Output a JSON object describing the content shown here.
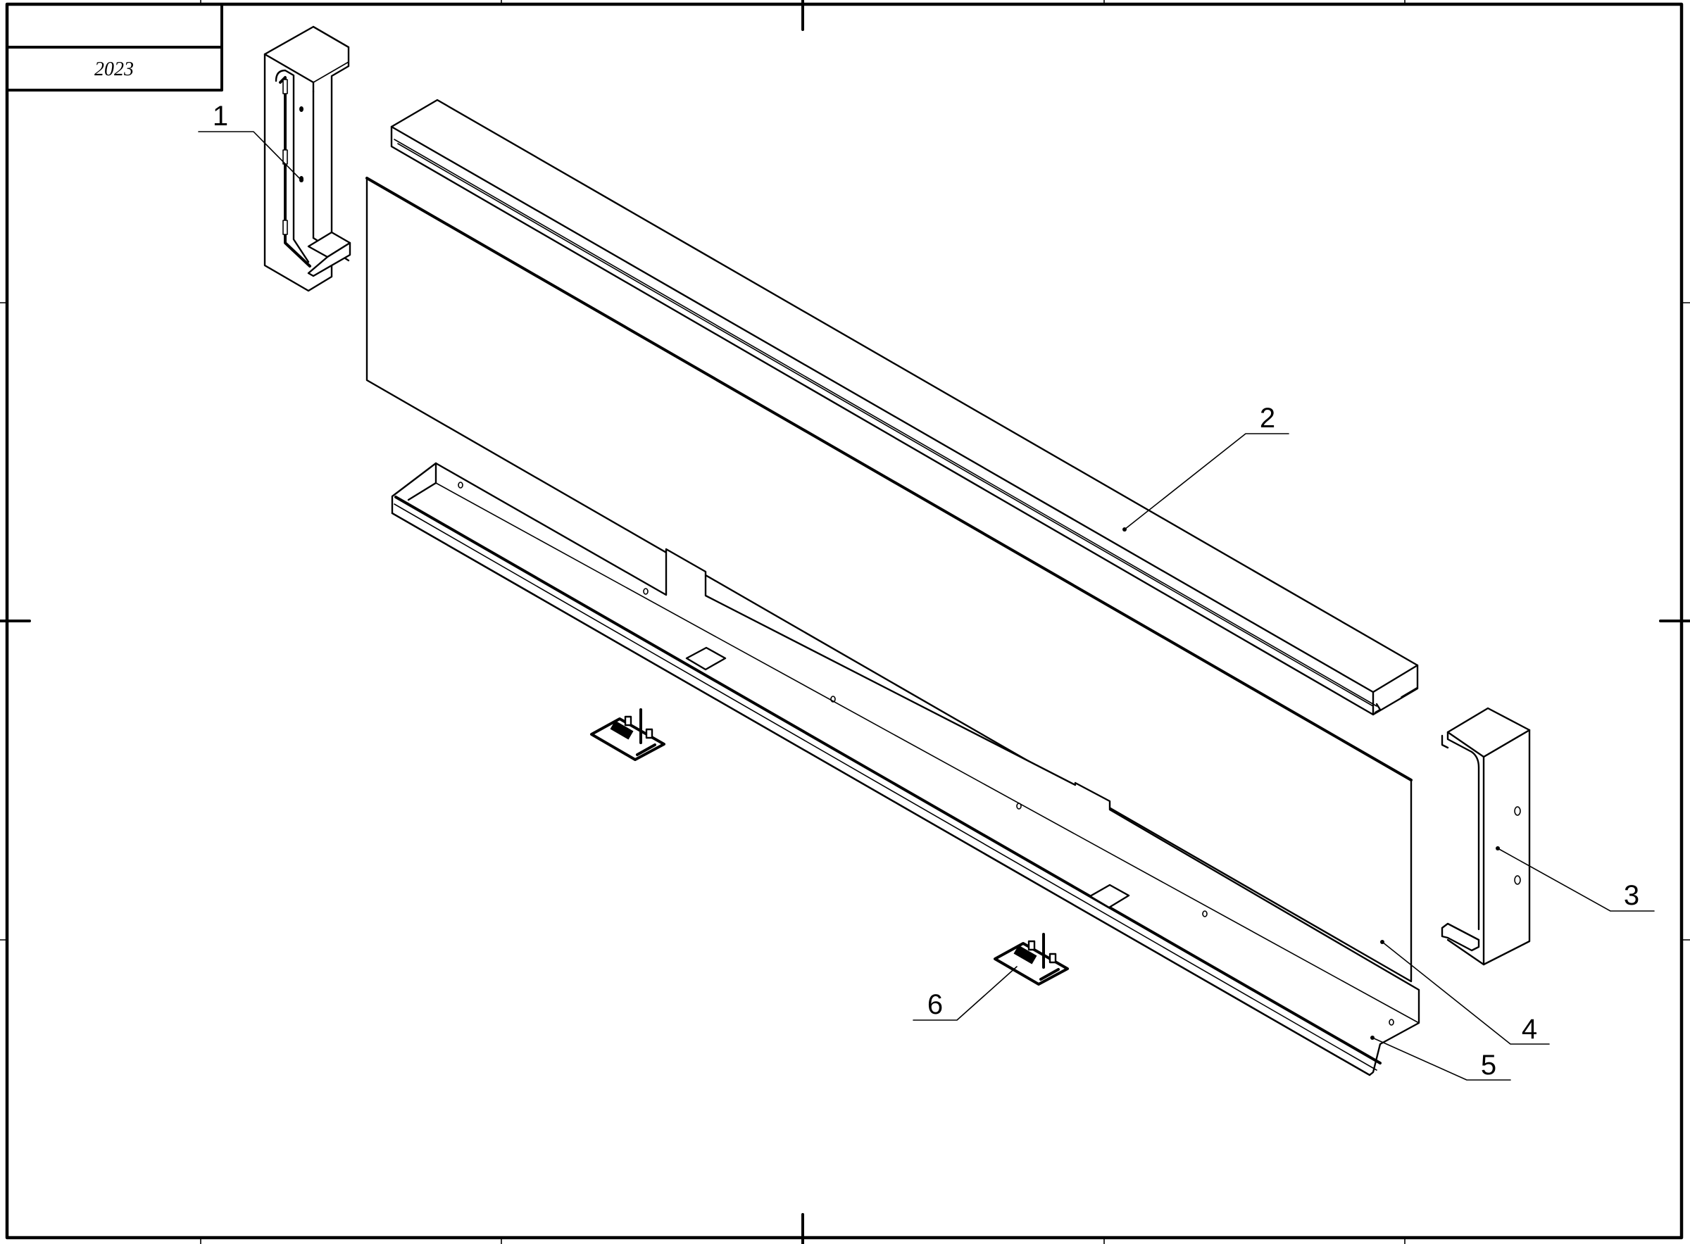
{
  "title_block": {
    "top_cell": "",
    "year": "2023"
  },
  "callouts": [
    {
      "id": "1",
      "label": "1",
      "part": "left-end-cap"
    },
    {
      "id": "2",
      "label": "2",
      "part": "top-profile"
    },
    {
      "id": "3",
      "label": "3",
      "part": "right-end-cap"
    },
    {
      "id": "4",
      "label": "4",
      "part": "panel"
    },
    {
      "id": "5",
      "label": "5",
      "part": "bottom-profile"
    },
    {
      "id": "6",
      "label": "6",
      "part": "hinge-bracket"
    }
  ],
  "colors": {
    "line": "#000000",
    "background": "#ffffff"
  }
}
